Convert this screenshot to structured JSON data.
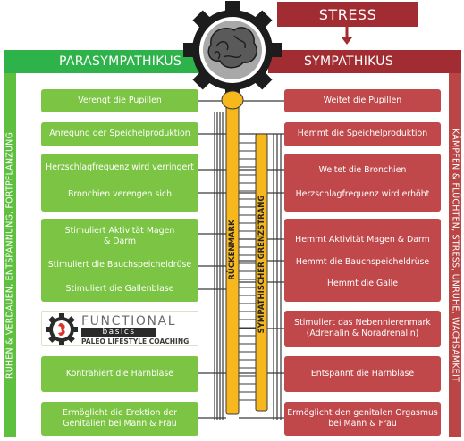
{
  "stress_label": "STRESS",
  "parasympathikus": {
    "title": "PARASYMPATHIKUS",
    "side_label": "RUHEN & VERDAUEN, ENTSPANNUNG, FORTPFLANZUNG",
    "groups": [
      {
        "items": [
          "Verengt die Pupillen"
        ]
      },
      {
        "items": [
          "Anregung der Speichelproduktion"
        ]
      },
      {
        "items": [
          "Herzschlagfrequenz wird verringert",
          "Bronchien verengen sich"
        ]
      },
      {
        "items": [
          "Stimuliert Aktivität Magen\n& Darm",
          "Stimuliert die Bauchspeicheldrüse",
          "Stimuliert die Gallenblase"
        ]
      },
      {
        "items": [
          "Kontrahiert die Harnblase"
        ]
      },
      {
        "items": [
          "Ermöglicht die Erektion der\nGenitalien bei Mann & Frau"
        ]
      }
    ]
  },
  "sympathikus": {
    "title": "SYMPATHIKUS",
    "side_label": "KÄMPFEN & FLÜCHTEN, STRESS, UNRUHE, WACHSAMKEIT",
    "groups": [
      {
        "items": [
          "Weitet die Pupillen"
        ]
      },
      {
        "items": [
          "Hemmt die Speichelproduktion"
        ]
      },
      {
        "items": [
          "Weitet die Bronchien",
          "Herzschlagfrequenz wird erhöht"
        ]
      },
      {
        "items": [
          "Hemmt Aktivität Magen & Darm",
          "Hemmt die Bauchspeicheldrüse",
          "Hemmt die Galle"
        ]
      },
      {
        "items": [
          "Stimuliert das Nebennierenmark\n(Adrenalin & Noradrenalin)"
        ]
      },
      {
        "items": [
          "Entspannt die Harnblase"
        ]
      },
      {
        "items": [
          "Ermöglicht den genitalen Orgasmus\nbei Mann & Frau"
        ]
      }
    ]
  },
  "spine": {
    "rueckenmark_label": "RÜCKENMARK",
    "grenzstrang_label": "SYMPATHISCHER GRENZSTRANG"
  },
  "logo": {
    "word1": "FUNCTIONAL",
    "word2": "basics",
    "tagline": "PALEO LIFESTYLE COACHING"
  },
  "colors": {
    "para_green": "#2db34a",
    "para_box": "#7cc443",
    "sym_red": "#a12c32",
    "sym_box": "#c0484a",
    "spine_yellow": "#f6b81c",
    "gear_dark": "#1c1c1c"
  }
}
